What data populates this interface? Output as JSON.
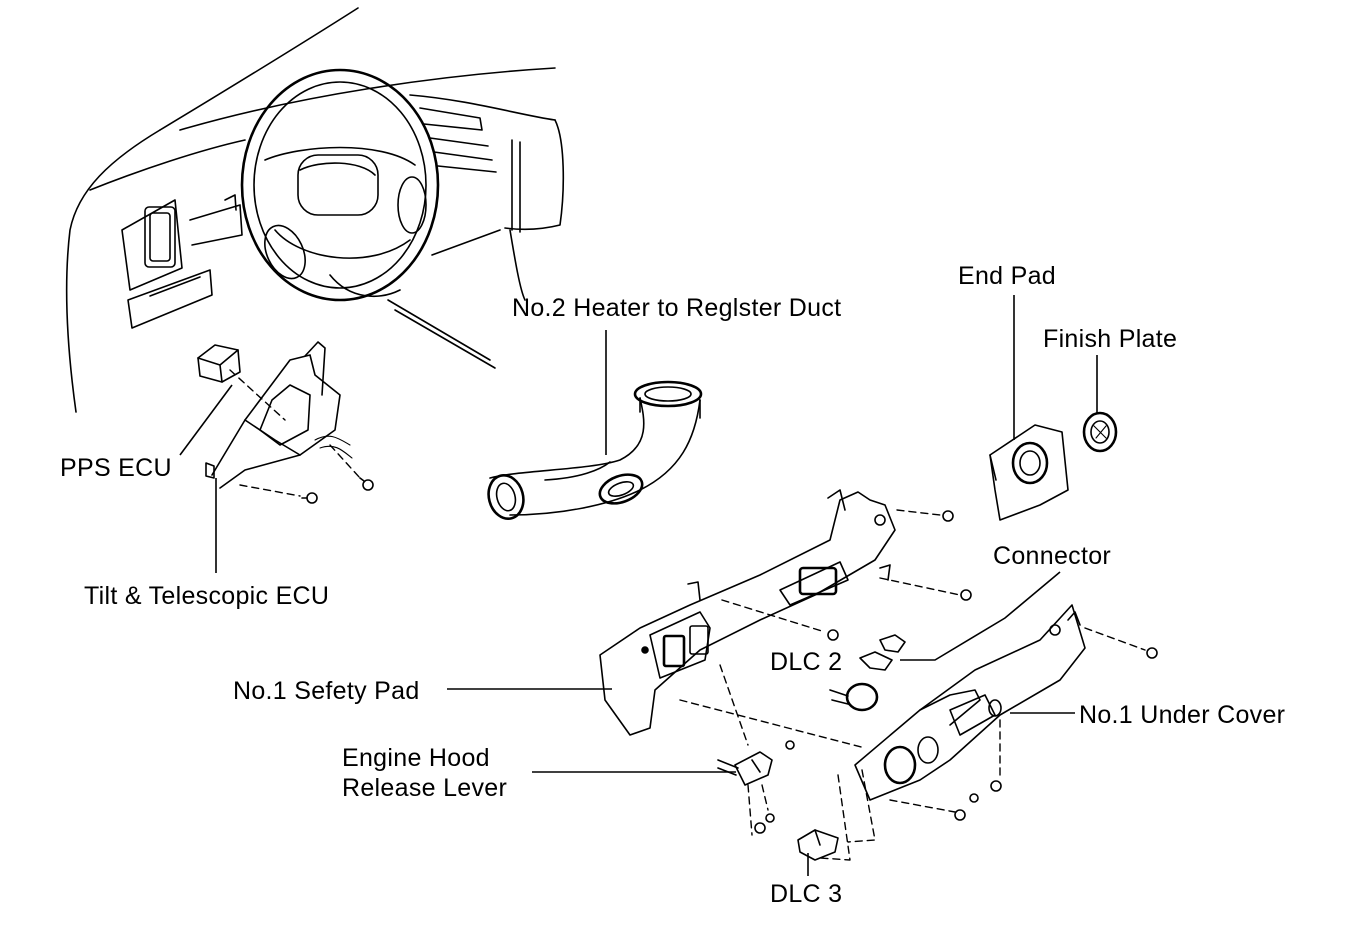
{
  "labels": {
    "no2_heater_duct": "No.2 Heater to Reglster Duct",
    "end_pad": "End Pad",
    "finish_plate": "Finish Plate",
    "pps_ecu": "PPS ECU",
    "tilt_telescopic_ecu": "Tilt & Telescopic ECU",
    "connector": "Connector",
    "dlc2": "DLC 2",
    "no1_safety_pad": "No.1 Sefety Pad",
    "no1_under_cover": "No.1 Under Cover",
    "engine_hood_line1": "Engine Hood",
    "engine_hood_line2": "Release Lever",
    "dlc3": "DLC 3"
  }
}
